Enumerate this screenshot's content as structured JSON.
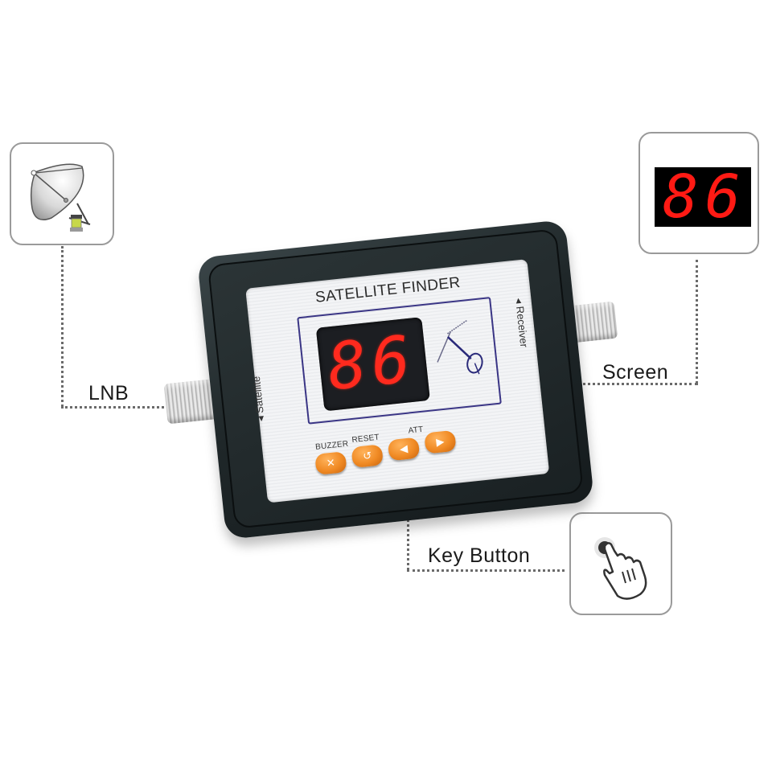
{
  "device": {
    "title": "SATELLITE FINDER",
    "display_value": "86",
    "left_port_label": "Satellite",
    "right_port_label": "Receiver",
    "buttons": [
      {
        "label": "BUZZER",
        "icon": "buzzer-icon",
        "glyph": "✕"
      },
      {
        "label": "RESET",
        "icon": "reset-icon",
        "glyph": "↺"
      },
      {
        "label": "",
        "icon": "arrow-left-icon",
        "glyph": "◀"
      },
      {
        "label": "",
        "icon": "arrow-right-icon",
        "glyph": "▶"
      }
    ],
    "att_label": "ATT"
  },
  "callouts": {
    "lnb": "LNB",
    "screen": "Screen",
    "key_button": "Key Button"
  },
  "icon_boxes": {
    "screen_preview_value": "86"
  },
  "colors": {
    "led_red": "#ff2a1e",
    "button_orange": "#f08a24",
    "frame_blue": "#3a3585",
    "shell": "#1f2729"
  }
}
